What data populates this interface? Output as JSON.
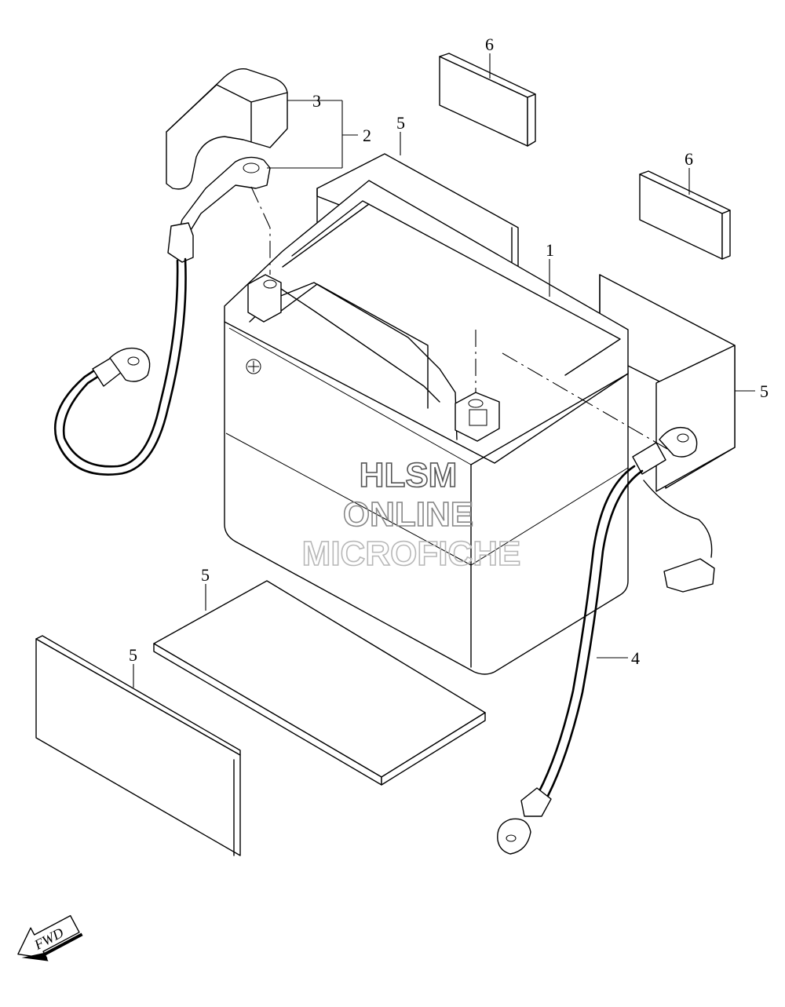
{
  "diagram": {
    "callouts": [
      {
        "id": "c1",
        "label": "1"
      },
      {
        "id": "c2",
        "label": "2"
      },
      {
        "id": "c3",
        "label": "3"
      },
      {
        "id": "c4",
        "label": "4"
      },
      {
        "id": "c5a",
        "label": "5"
      },
      {
        "id": "c5b",
        "label": "5"
      },
      {
        "id": "c5c",
        "label": "5"
      },
      {
        "id": "c5d",
        "label": "5"
      },
      {
        "id": "c6a",
        "label": "6"
      },
      {
        "id": "c6b",
        "label": "6"
      }
    ],
    "fwd_label": "FWD",
    "battery_plus_symbol": "⊕"
  },
  "watermark": {
    "line1": "HLSM",
    "line2": "ONLINE",
    "line3": "MICROFICHE",
    "colors": [
      "#555555",
      "#888888",
      "#b8b8b8"
    ]
  }
}
